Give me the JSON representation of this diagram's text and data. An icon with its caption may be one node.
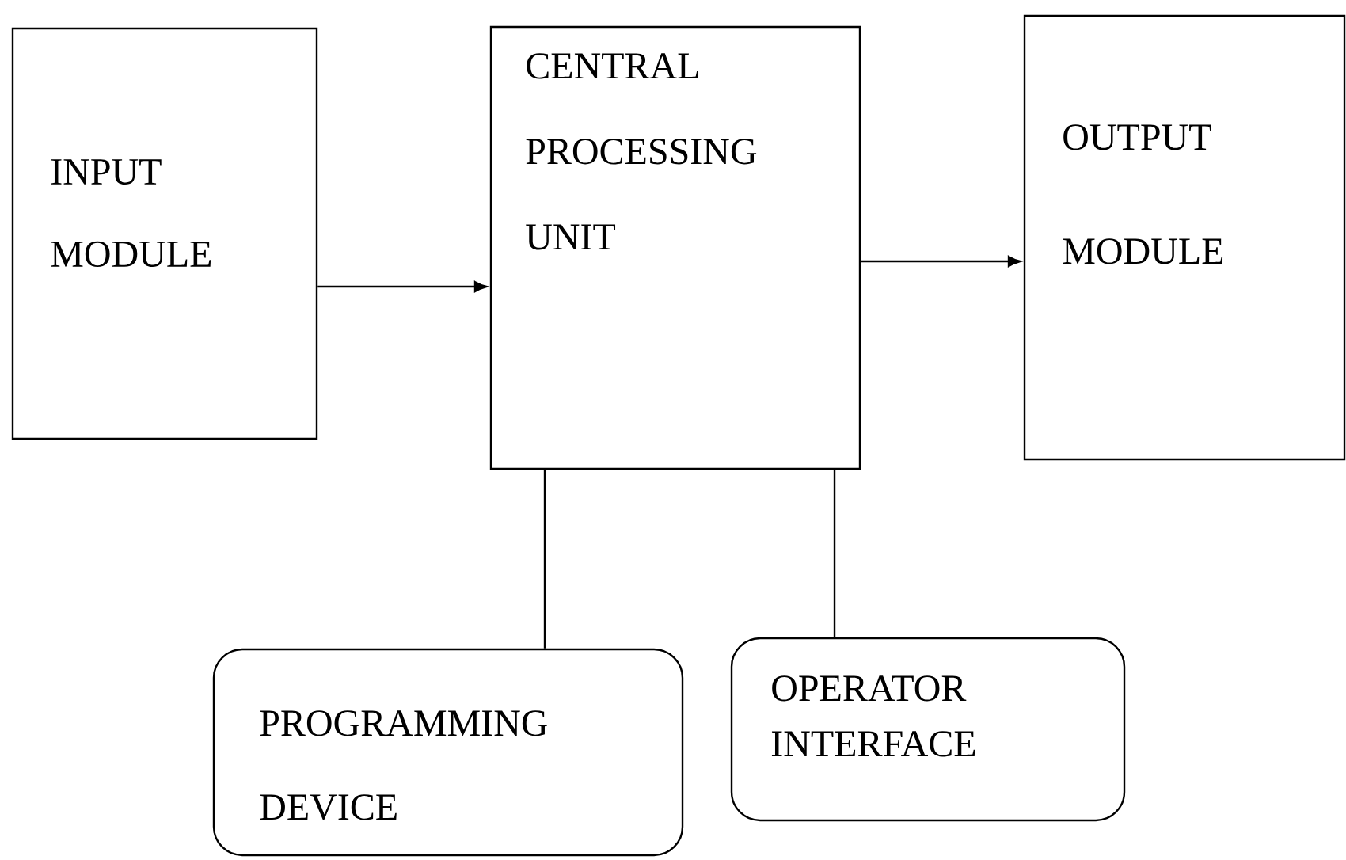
{
  "diagram": {
    "nodes": [
      {
        "text": [
          "INPUT MODULE"
        ]
      },
      {
        "text": [
          "CENTRAL PROCESSING UNIT"
        ]
      },
      {
        "text": [
          "OUTPUT MODULE"
        ]
      },
      {
        "text": [
          "PROGRAMMING DEVICE"
        ]
      },
      {
        "text": [
          "OPERATOR INTERFACE"
        ]
      }
    ],
    "edges": [
      {
        "from": 0,
        "to": 1,
        "arrow": "to"
      },
      {
        "from": 1,
        "to": 2,
        "arrow": "to"
      },
      {
        "from": 1,
        "to": 3,
        "arrow": "none"
      },
      {
        "from": 1,
        "to": 4,
        "arrow": "none"
      }
    ]
  }
}
